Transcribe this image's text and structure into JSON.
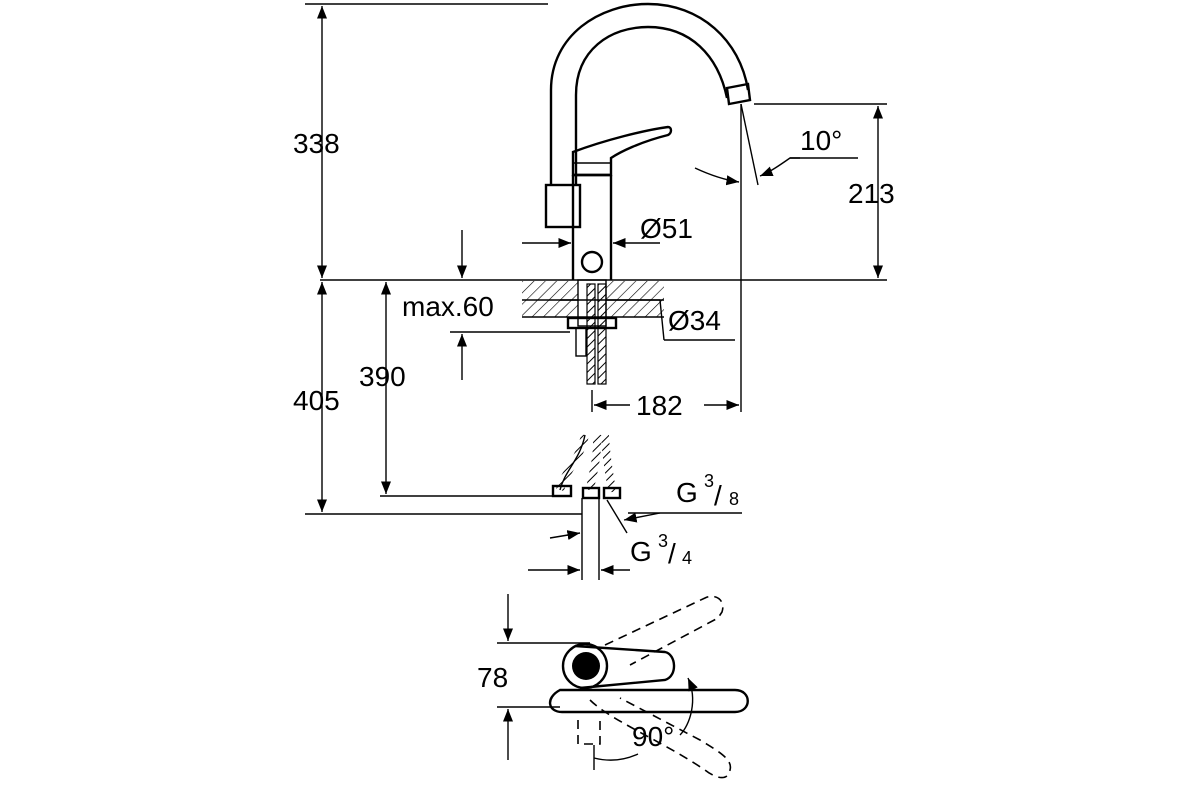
{
  "dimensions": {
    "total_height": "338",
    "spout_height": "213",
    "spout_angle": "10°",
    "body_diameter": "Ø51",
    "max_thickness": "max.60",
    "hole_diameter": "Ø34",
    "below_deck": "405",
    "hose_length": "390",
    "reach": "182",
    "thread_small_base": "G",
    "thread_small_num": "3",
    "thread_small_den": "8",
    "thread_large_base": "G",
    "thread_large_num": "3",
    "thread_large_den": "4",
    "handle_height": "78",
    "rotation_angle": "90°"
  }
}
